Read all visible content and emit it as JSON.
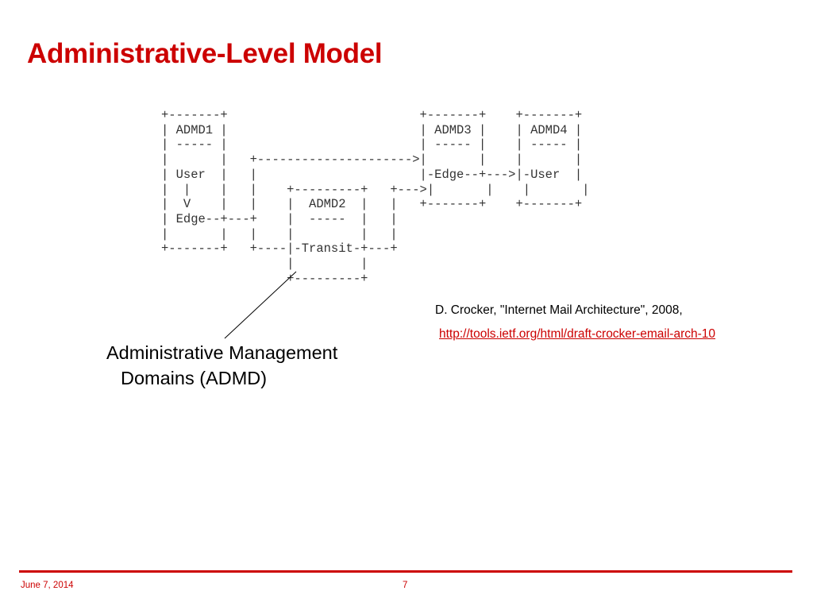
{
  "slide": {
    "title": "Administrative-Level Model",
    "ascii_diagram": "+-------+                          +-------+    +-------+\n| ADMD1 |                          | ADMD3 |    | ADMD4 |\n| ----- |                          | ----- |    | ----- |\n|       |   +--------------------->|       |    |       |\n| User  |   |                      |-Edge--+--->|-User  |\n|  |    |   |    +---------+   +--->|       |    |       |\n|  V    |   |    |  ADMD2  |   |   +-------+    +-------+\n| Edge--+---+    |  -----  |   |\n|       |   |    |         |   |\n+-------+   +----|-Transit-+---+\n                 |         |\n                 +---------+",
    "callout_line1": "Administrative Management",
    "callout_line2": "Domains (ADMD)",
    "citation": "D. Crocker, \"Internet Mail Architecture\", 2008,",
    "url": "http://tools.ietf.org/html/draft-crocker-email-arch-10"
  },
  "footer": {
    "date": "June 7, 2014",
    "page_number": "7"
  },
  "colors": {
    "accent": "#cc0000",
    "text": "#000000",
    "diagram_text": "#333333"
  }
}
